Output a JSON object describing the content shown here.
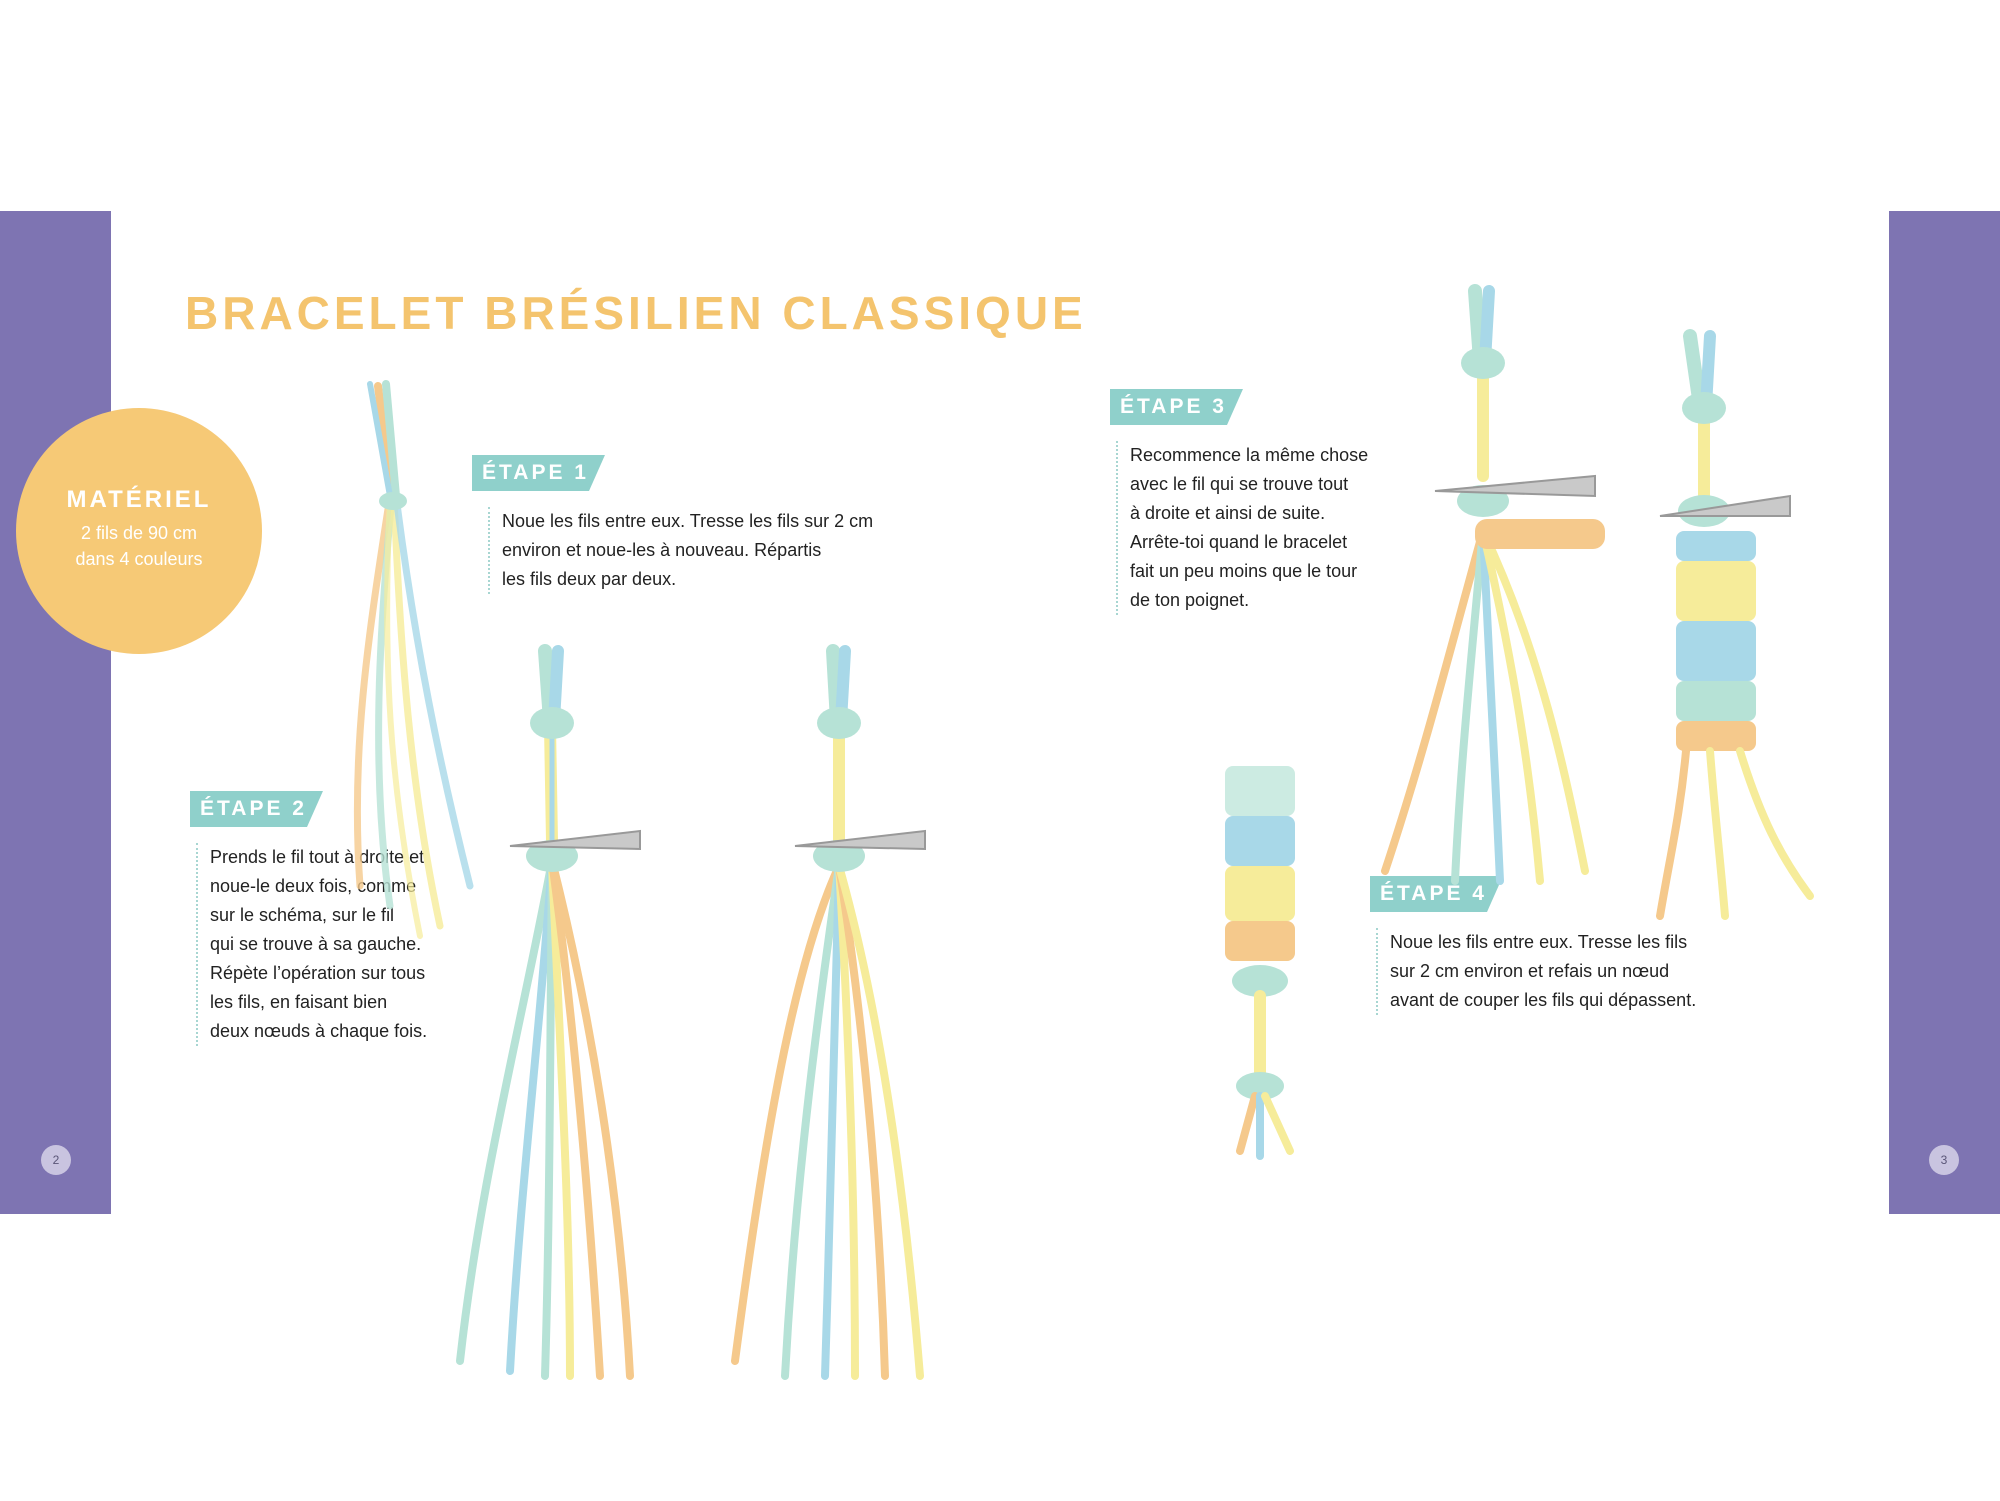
{
  "title": "Bracelet brésilien classique",
  "materiel": {
    "heading": "Matériel",
    "lines": [
      "2 fils de 90 cm",
      "dans 4 couleurs"
    ]
  },
  "steps": [
    {
      "label": "Étape 1",
      "lines": [
        "Noue les fils entre eux. Tresse les fils sur 2 cm",
        "environ et noue-les à nouveau. Répartis",
        "les fils deux par deux."
      ]
    },
    {
      "label": "Étape 2",
      "lines": [
        "Prends le fil tout à droite et",
        "noue-le deux fois, comme",
        "sur le schéma, sur le fil",
        "qui se trouve à sa gauche.",
        "Répète l’opération sur tous",
        "les fils, en faisant bien",
        "deux nœuds à chaque fois."
      ]
    },
    {
      "label": "Étape 3",
      "lines": [
        "Recommence la même chose",
        "avec le fil qui se trouve tout",
        "à droite et ainsi de suite.",
        "Arrête-toi quand le bracelet",
        "fait un peu moins que le tour",
        "de ton poignet."
      ]
    },
    {
      "label": "Étape 4",
      "lines": [
        "Noue les fils entre eux. Tresse les fils",
        "sur 2 cm environ et refais un nœud",
        "avant de couper les fils qui dépassent."
      ]
    }
  ],
  "page_numbers": {
    "left": "2",
    "right": "3"
  },
  "colors": {
    "band": "#7e74b2",
    "title": "#f4c46e",
    "badge": "#f6c976",
    "step_label": "#8fd0cb",
    "thread_mint": "#b6e2d6",
    "thread_blue": "#a8d8e8",
    "thread_yellow": "#f6ec9a",
    "thread_orange": "#f5c98c"
  }
}
